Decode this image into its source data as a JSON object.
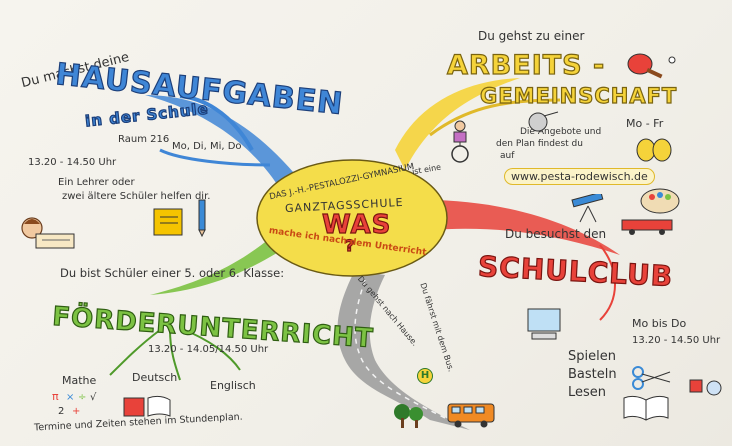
{
  "center": {
    "line1": "DAS J.-H.-PESTALOZZI-GYMNASIUM",
    "line2": "ist eine",
    "line3": "GANZTAGSSCHULE",
    "line4": "WAS",
    "line5": "?",
    "line6": "mache ich nach dem Unterricht"
  },
  "hausaufgaben": {
    "intro": "Du machst deine",
    "title": "HAUSAUFGABEN",
    "subtitle": "in der Schule",
    "room": "Raum 216",
    "days": "Mo, Di, Mi, Do",
    "time": "13.20 - 14.50 Uhr",
    "help_line1": "Ein Lehrer oder",
    "help_line2": "zwei ältere Schüler helfen dir."
  },
  "ag": {
    "intro": "Du gehst zu einer",
    "title1": "ARBEITS -",
    "title2": "GEMEINSCHAFT",
    "days": "Mo - Fr",
    "info_line1": "Die Angebote und",
    "info_line2": "den Plan findest du",
    "info_line3": "auf",
    "url": "www.pesta-rodewisch.de"
  },
  "schulclub": {
    "intro": "Du besuchst den",
    "title": "SCHULCLUB",
    "days": "Mo bis Do",
    "time": "13.20 - 14.50 Uhr",
    "act1": "Spielen",
    "act2": "Basteln",
    "act3": "Lesen"
  },
  "foerder": {
    "intro": "Du bist Schüler einer 5. oder 6. Klasse:",
    "title": "FÖRDERUNTERRICHT",
    "time": "13.20 - 14.05/14.50 Uhr",
    "subj1": "Mathe",
    "subj2": "Deutsch",
    "subj3": "Englisch",
    "note": "Termine und Zeiten stehen im Stundenplan."
  },
  "home": {
    "walk": "Du gehst nach Hause.",
    "bus": "Du fährst mit dem Bus.",
    "stop": "H"
  },
  "colors": {
    "blue": "#3f86d6",
    "yellow": "#f5d33a",
    "red": "#e8423a",
    "green": "#7cc243",
    "grey": "#8a8a8a"
  }
}
